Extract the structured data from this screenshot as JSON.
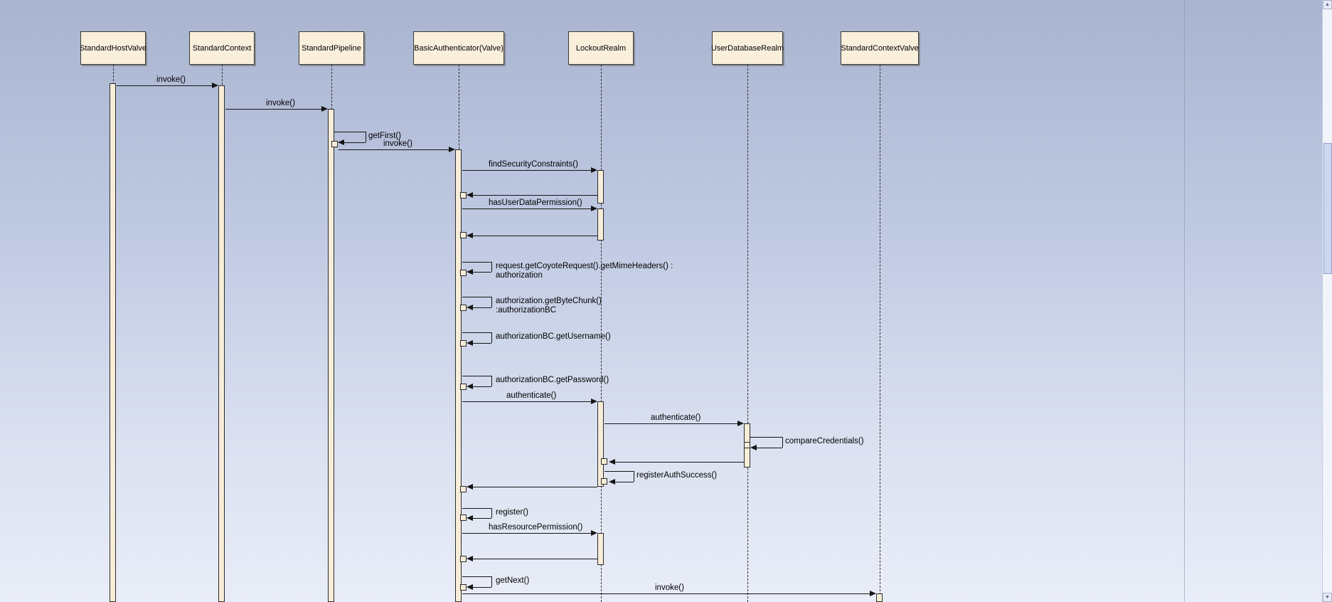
{
  "diagram": {
    "type": "uml-sequence-diagram"
  },
  "colors": {
    "lifeline_box_fill": "#f9efdb",
    "background_top": "#a9b4d0",
    "background_bottom": "#e9edf8",
    "line": "#151515"
  },
  "lifelines": [
    {
      "name": "StandardHostValve"
    },
    {
      "name": "StandardContext"
    },
    {
      "name": "StandardPipeline"
    },
    {
      "name": "BasicAuthenticator(Valve)"
    },
    {
      "name": "LockoutRealm"
    },
    {
      "name": "UserDatabaseRealm"
    },
    {
      "name": "StandardContextValve"
    }
  ],
  "messages": [
    {
      "label": "invoke()",
      "from": "StandardHostValve",
      "to": "StandardContext",
      "kind": "call"
    },
    {
      "label": "invoke()",
      "from": "StandardContext",
      "to": "StandardPipeline",
      "kind": "call"
    },
    {
      "label": "getFirst()",
      "from": "StandardPipeline",
      "to": "StandardPipeline",
      "kind": "self"
    },
    {
      "label": "invoke()",
      "from": "StandardPipeline",
      "to": "BasicAuthenticator(Valve)",
      "kind": "call"
    },
    {
      "label": "findSecurityConstraints()",
      "from": "BasicAuthenticator(Valve)",
      "to": "LockoutRealm",
      "kind": "call"
    },
    {
      "label": "",
      "from": "LockoutRealm",
      "to": "BasicAuthenticator(Valve)",
      "kind": "return"
    },
    {
      "label": "hasUserDataPermission()",
      "from": "BasicAuthenticator(Valve)",
      "to": "LockoutRealm",
      "kind": "call"
    },
    {
      "label": "",
      "from": "LockoutRealm",
      "to": "BasicAuthenticator(Valve)",
      "kind": "return"
    },
    {
      "label": "request.getCoyoteRequest().getMimeHeaders() :\nauthorization",
      "from": "BasicAuthenticator(Valve)",
      "to": "BasicAuthenticator(Valve)",
      "kind": "self"
    },
    {
      "label": "authorization.getByteChunk()\n:authorizationBC",
      "from": "BasicAuthenticator(Valve)",
      "to": "BasicAuthenticator(Valve)",
      "kind": "self"
    },
    {
      "label": "authorizationBC.getUsername()",
      "from": "BasicAuthenticator(Valve)",
      "to": "BasicAuthenticator(Valve)",
      "kind": "self"
    },
    {
      "label": "authorizationBC.getPassword()",
      "from": "BasicAuthenticator(Valve)",
      "to": "BasicAuthenticator(Valve)",
      "kind": "self"
    },
    {
      "label": "authenticate()",
      "from": "BasicAuthenticator(Valve)",
      "to": "LockoutRealm",
      "kind": "call"
    },
    {
      "label": "authenticate()",
      "from": "LockoutRealm",
      "to": "UserDatabaseRealm",
      "kind": "call"
    },
    {
      "label": "compareCredentials()",
      "from": "UserDatabaseRealm",
      "to": "UserDatabaseRealm",
      "kind": "self"
    },
    {
      "label": "",
      "from": "UserDatabaseRealm",
      "to": "LockoutRealm",
      "kind": "return"
    },
    {
      "label": "registerAuthSuccess()",
      "from": "LockoutRealm",
      "to": "LockoutRealm",
      "kind": "self"
    },
    {
      "label": "",
      "from": "LockoutRealm",
      "to": "BasicAuthenticator(Valve)",
      "kind": "return"
    },
    {
      "label": "register()",
      "from": "BasicAuthenticator(Valve)",
      "to": "BasicAuthenticator(Valve)",
      "kind": "self"
    },
    {
      "label": "hasResourcePermission()",
      "from": "BasicAuthenticator(Valve)",
      "to": "LockoutRealm",
      "kind": "call"
    },
    {
      "label": "",
      "from": "LockoutRealm",
      "to": "BasicAuthenticator(Valve)",
      "kind": "return"
    },
    {
      "label": "getNext()",
      "from": "BasicAuthenticator(Valve)",
      "to": "BasicAuthenticator(Valve)",
      "kind": "self"
    },
    {
      "label": "invoke()",
      "from": "BasicAuthenticator(Valve)",
      "to": "StandardContextValve",
      "kind": "call"
    }
  ],
  "scrollbar": {
    "up_icon": "▲",
    "down_icon": "▼"
  }
}
